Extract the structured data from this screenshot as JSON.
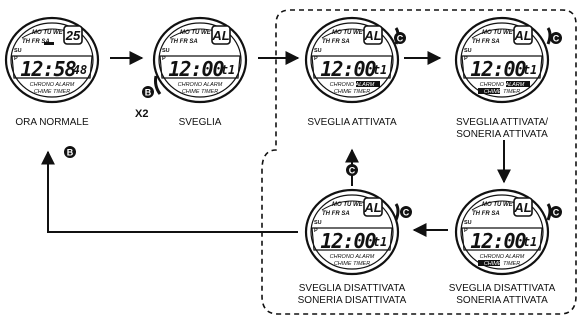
{
  "watch_common": {
    "days_line1": "MO TU WE",
    "days_line2": "TH FR SA",
    "days_line3": "SU",
    "p_indicator": "P",
    "mode_line1": "CHRONO  ALARM",
    "mode_line2": "CHIME  TIMER"
  },
  "watches": [
    {
      "id": "normal",
      "top_right": "25",
      "main": "12:58",
      "seconds": "48",
      "label_lines": [
        "ORA NORMALE"
      ]
    },
    {
      "id": "alarm",
      "top_right": "AL",
      "main": "12:00",
      "seconds": "t1",
      "label_lines": [
        "SVEGLIA"
      ]
    },
    {
      "id": "alarm_on",
      "top_right": "AL",
      "main": "12:00",
      "seconds": "t1",
      "label_lines": [
        "SVEGLIA ATTIVATA"
      ]
    },
    {
      "id": "alarm_chime_on",
      "top_right": "AL",
      "main": "12:00",
      "seconds": "t1",
      "label_lines": [
        "SVEGLIA ATTIVATA/",
        "SONERIA ATTIVATA"
      ]
    },
    {
      "id": "alarm_off_chime_on",
      "top_right": "AL",
      "main": "12:00",
      "seconds": "t1",
      "label_lines": [
        "SVEGLIA DISATTIVATA",
        "SONERIA ATTIVATA"
      ]
    },
    {
      "id": "alarm_off_chime_off",
      "top_right": "AL",
      "main": "12:00",
      "seconds": "t1",
      "label_lines": [
        "SVEGLIA DISATTIVATA",
        "SONERIA DISATTIVATA"
      ]
    }
  ],
  "buttons": {
    "b": "B",
    "c": "C"
  },
  "press_count": "X2"
}
